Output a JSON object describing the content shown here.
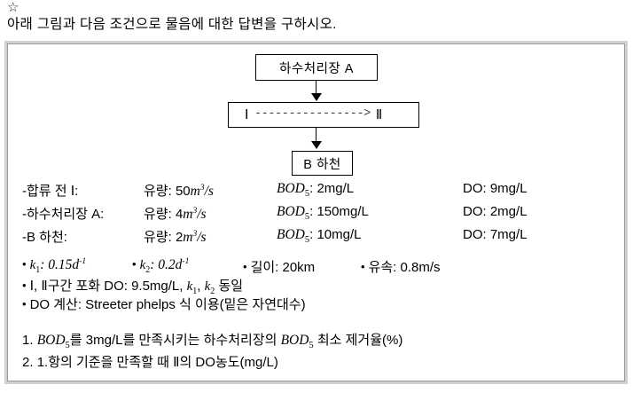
{
  "header": {
    "star_icon": "☆",
    "instruction": "아래 그림과 다음 조건으로 물음에 대한 답변을 구하시오."
  },
  "diagram": {
    "plant_node": "하수처리장 A",
    "reach_start": "Ⅰ",
    "reach_arrow": "---------------->",
    "reach_end": "Ⅱ",
    "river_node": "B 하천"
  },
  "table": {
    "rows": [
      {
        "label": "-합류 전 Ⅰ:",
        "flow_label": "유량:",
        "flow_value": "50",
        "flow_unit_num": "m",
        "flow_unit_exp": "3",
        "flow_unit_den": "/s",
        "bod_label": "BOD",
        "bod_sub": "5",
        "bod_value": "2mg/L",
        "do_label": "DO:",
        "do_value": "9mg/L"
      },
      {
        "label": "-하수처리장 A:",
        "flow_label": "유량:",
        "flow_value": "4",
        "flow_unit_num": "m",
        "flow_unit_exp": "3",
        "flow_unit_den": "/s",
        "bod_label": "BOD",
        "bod_sub": "5",
        "bod_value": "150mg/L",
        "do_label": "DO:",
        "do_value": "2mg/L"
      },
      {
        "label": "-B 하천:",
        "flow_label": "유량:",
        "flow_value": "2",
        "flow_unit_num": "m",
        "flow_unit_exp": "3",
        "flow_unit_den": "/s",
        "bod_label": "BOD",
        "bod_sub": "5",
        "bod_value": "10mg/L",
        "do_label": "DO:",
        "do_value": "7mg/L"
      }
    ]
  },
  "conditions": {
    "k1_symbol": "k",
    "k1_sub": "1",
    "k1_value": ": 0.15d",
    "k1_exp": "-1",
    "k2_symbol": "k",
    "k2_sub": "2",
    "k2_value": ": 0.2d",
    "k2_exp": "-1",
    "length": "길이: 20km",
    "velocity": "유속: 0.8m/s",
    "saturation_prefix": "Ⅰ, Ⅱ구간 포화 DO: 9.5mg/L, ",
    "saturation_k1": "k",
    "saturation_k1_sub": "1",
    "saturation_mid": ", ",
    "saturation_k2": "k",
    "saturation_k2_sub": "2",
    "saturation_suffix": " 동일",
    "do_method": "DO 계산: Streeter phelps 식 이용(밑은 자연대수)"
  },
  "questions": [
    {
      "number": "1.",
      "part1": "BOD",
      "sub1": "5",
      "part2": "를 3mg/L를 만족시키는 하수처리장의 ",
      "part3": "BOD",
      "sub2": "5",
      "part4": " 최소 제거율(%)"
    },
    {
      "number": "2.",
      "text": "1.항의 기준을 만족할 때 Ⅱ의 DO농도(mg/L)"
    }
  ]
}
